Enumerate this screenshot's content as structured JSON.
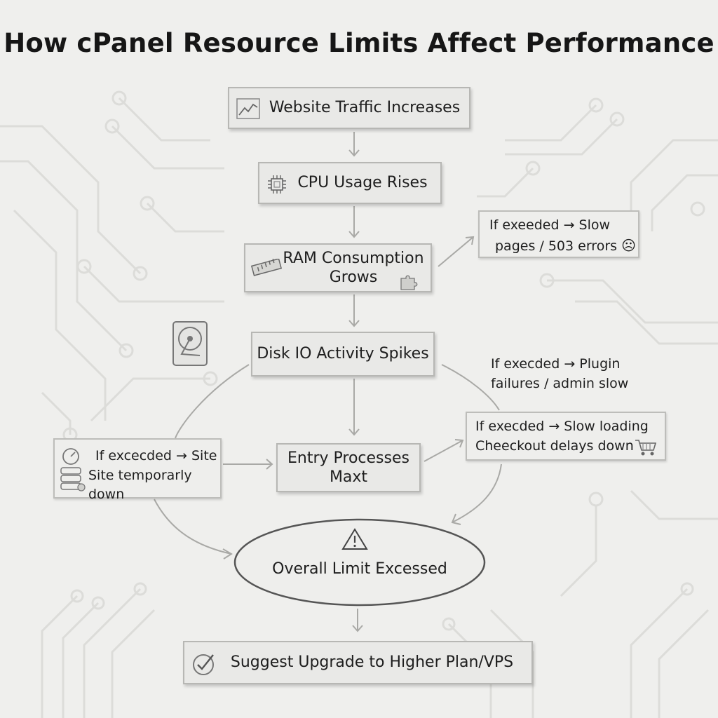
{
  "title": "How cPanel Resource Limits Affect Performance",
  "steps": {
    "traffic": "Website Traffic Increases",
    "cpu": "CPU Usage Rises",
    "ram_line1": "RAM Consumption",
    "ram_line2": "Grows",
    "disk": "Disk IO Activity Spikes",
    "entry_line1": "Entry Processes",
    "entry_line2": "Maxt",
    "overall": "Overall Limit Excessed",
    "upgrade": "Suggest Upgrade to Higher Plan/VPS"
  },
  "notes": {
    "ram_line1": "If exeeded → Slow",
    "ram_line2": "pages / 503 errors",
    "disk_line1": "If execded → Plugin",
    "disk_line2": "failures / admin slow",
    "entry_line1": "If execded → Slow loading",
    "entry_line2": "Cheeckout delays down",
    "site_line1": "If excecded → Site",
    "site_line2": "Site temporarly down"
  },
  "icons": {
    "traffic": "line-chart-icon",
    "cpu": "cpu-chip-icon",
    "ram": "ram-module-icon",
    "puzzle": "puzzle-icon",
    "disk": "hard-drive-icon",
    "sad": "sad-face-icon",
    "cart": "shopping-cart-icon",
    "gauge": "gauge-server-icon",
    "warning": "warning-icon",
    "check": "checkmark-icon"
  },
  "colors": {
    "background": "#efefed",
    "box_fill": "#e9e9e7",
    "box_border": "#b7b7b4",
    "connector": "#a9a9a6",
    "text": "#1e1e1e"
  }
}
